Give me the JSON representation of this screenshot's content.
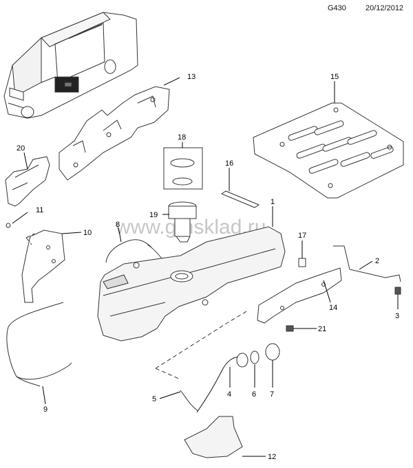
{
  "header": {
    "code": "G430",
    "date": "20/12/2012"
  },
  "watermark": "www.gmsklad.ru",
  "callouts": {
    "n1": "1",
    "n2": "2",
    "n3": "3",
    "n4": "4",
    "n5": "5",
    "n6": "6",
    "n7": "7",
    "n8": "8",
    "n9": "9",
    "n10": "10",
    "n11": "11",
    "n12": "12",
    "n13": "13",
    "n14": "14",
    "n15": "15",
    "n16": "16",
    "n17": "17",
    "n18": "18",
    "n19": "19",
    "n20": "20",
    "n21": "21"
  }
}
